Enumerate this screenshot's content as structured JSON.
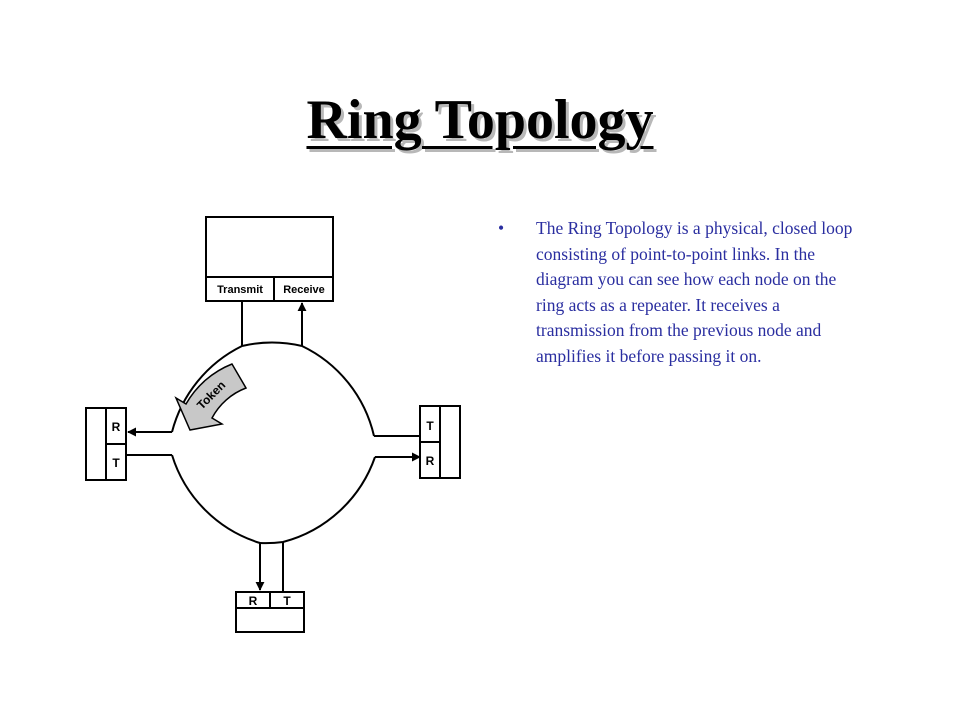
{
  "slide": {
    "title": "Ring Topology",
    "bullet_marker": "•",
    "bullets": [
      "The Ring Topology is a physical, closed loop consisting of point-to-point links. In the diagram you can see how each node on the ring acts as a repeater. It receives a transmission from the previous node and amplifies it before passing it on."
    ]
  },
  "diagram": {
    "top_node": {
      "transmit": "Transmit",
      "receive": "Receive"
    },
    "left_node": {
      "r": "R",
      "t": "T"
    },
    "right_node": {
      "t": "T",
      "r": "R"
    },
    "bottom_node": {
      "r": "R",
      "t": "T"
    },
    "token_label": "Token"
  }
}
